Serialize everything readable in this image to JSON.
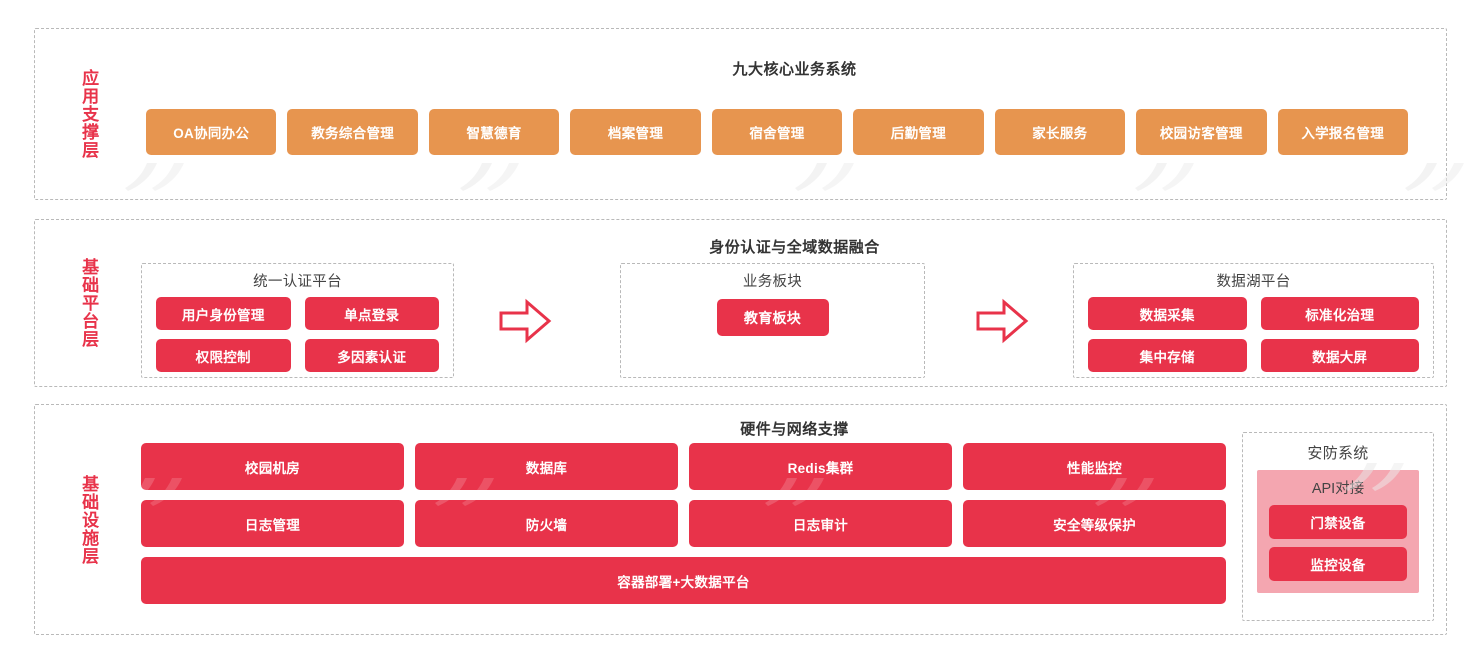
{
  "layers": [
    {
      "label": "应用支撑层",
      "title": "九大核心业务系统",
      "items": [
        "OA协同办公",
        "教务综合管理",
        "智慧德育",
        "档案管理",
        "宿舍管理",
        "后勤管理",
        "家长服务",
        "校园访客管理",
        "入学报名管理"
      ]
    },
    {
      "label": "基础平台层",
      "title": "身份认证与全域数据融合",
      "groups": [
        {
          "title": "统一认证平台",
          "items": [
            "用户身份管理",
            "单点登录",
            "权限控制",
            "多因素认证"
          ]
        },
        {
          "title": "业务板块",
          "items": [
            "教育板块"
          ]
        },
        {
          "title": "数据湖平台",
          "items": [
            "数据采集",
            "标准化治理",
            "集中存储",
            "数据大屏"
          ]
        }
      ],
      "arrows": [
        "right-arrow-1",
        "right-arrow-2"
      ]
    },
    {
      "label": "基础设施层",
      "title": "硬件与网络支撑",
      "items": [
        "校园机房",
        "数据库",
        "Redis集群",
        "性能监控",
        "日志管理",
        "防火墙",
        "日志审计",
        "安全等级保护"
      ],
      "wide_item": "容器部署+大数据平台",
      "security": {
        "title": "安防系统",
        "api_label": "API对接",
        "items": [
          "门禁设备",
          "监控设备"
        ]
      }
    }
  ],
  "colors": {
    "orange": "#e7954f",
    "red": "#e8334a",
    "pink_panel": "#f4a6b0",
    "dashed_border": "#b9b9b9",
    "title_text": "#333333",
    "group_title_text": "#444444"
  }
}
